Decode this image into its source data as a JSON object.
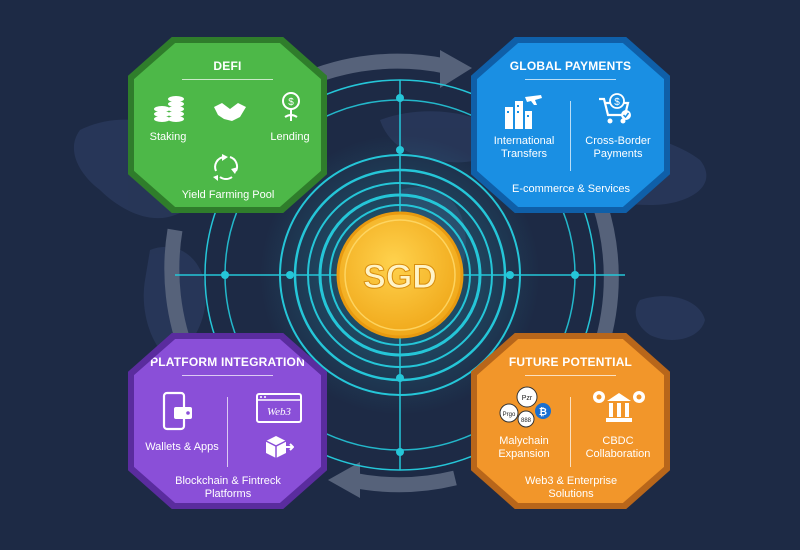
{
  "center": {
    "coin_label": "SGD"
  },
  "defi": {
    "title": "DEFI",
    "items": {
      "staking": "Staking",
      "lending": "Lending",
      "yield": "Yield Farming Pool"
    }
  },
  "global": {
    "title": "GLOBAL PAYMENTS",
    "items": {
      "intl_1": "International",
      "intl_2": "Transfers",
      "cross_1": "Cross-Border",
      "cross_2": "Payments",
      "ecom": "E-commerce & Services"
    }
  },
  "platform": {
    "title": "PLATFORM INTEGRATION",
    "web3_tag": "Web3",
    "items": {
      "wallets": "Wallets & Apps",
      "chain_1": "Blockchain & Fintreck",
      "chain_2": "Platforms"
    }
  },
  "future": {
    "title": "FUTURE POTENTIAL",
    "coin_tags": {
      "a": "Pzr",
      "b": "Prgo",
      "c": "888"
    },
    "items": {
      "multi_1": "Malychain",
      "multi_2": "Expansion",
      "cbdc_1": "CBDC",
      "cbdc_2": "Collaboration",
      "web3_1": "Web3 & Enterprise",
      "web3_2": "Solutions"
    }
  },
  "colors": {
    "background": "#1d2a45",
    "defi": "#4db848",
    "global": "#1a8fe3",
    "platform": "#8a4fd8",
    "future": "#f2962a",
    "coin": "#f5b921",
    "network": "#25c6d8"
  }
}
